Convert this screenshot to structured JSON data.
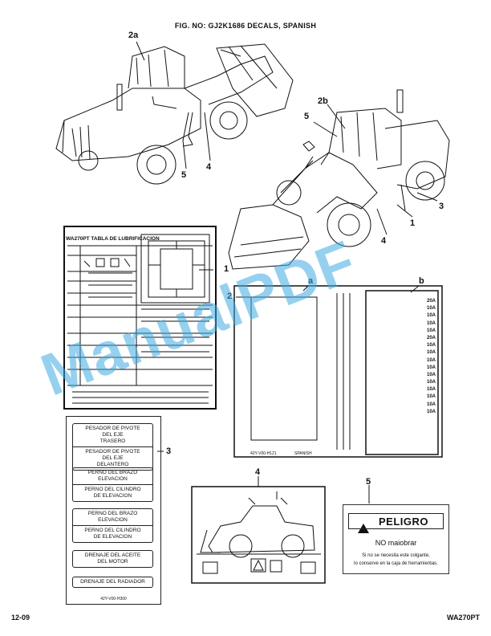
{
  "header": {
    "title": "FIG. NO:   GJ2K1686   DECALS, SPANISH"
  },
  "callouts": {
    "c2a": "2a",
    "c2b": "2b",
    "c5_left": "5",
    "c4_left": "4",
    "c5_right": "5",
    "c3_right": "3",
    "c1_right": "1",
    "c4_right": "4",
    "c1": "1",
    "c2": "2",
    "ca": "a",
    "cb": "b",
    "c3": "3",
    "c4": "4",
    "c5": "5"
  },
  "decal1": {
    "title": "WA270PT TABLA DE LUBRIFICACION"
  },
  "decal2": {
    "code": "42Y-V00-H121",
    "lang": "SPANISH",
    "fuse_values": [
      "20A",
      "10A",
      "10A",
      "10A",
      "10A",
      "20A",
      "10A",
      "10A",
      "10A",
      "10A",
      "10A",
      "10A",
      "10A",
      "10A",
      "10A",
      "10A"
    ]
  },
  "decal3": {
    "plates": [
      [
        "PESADOR DE PIVOTE",
        "DEL EJE",
        "TRASERO"
      ],
      [
        "PESADOR DE PIVOTE",
        "DEL EJE",
        "DELANTERO"
      ],
      [
        "PERNO DEL BRAZO",
        "ELEVACION"
      ],
      [
        "PERNO DEL CILINDRO",
        "DE ELEVACION"
      ],
      [
        "PERNO DEL BRAZO",
        "ELEVACION"
      ],
      [
        "PERNO DEL CILINDRO",
        "DE ELEVACION"
      ],
      [
        "DRENAJE DEL ACEITE",
        "DEL MOTOR"
      ],
      [
        "DRENAJE DEL RADIADOR"
      ]
    ],
    "code": "42Y-V00-H300"
  },
  "decal5": {
    "signal_word": "PELIGRO",
    "instruction": "NO maiobrar",
    "line1": "Si no se necesita este colgante,",
    "line2": "lo conserve en la caja de herramientas."
  },
  "watermark": "ManualPDF",
  "footer": {
    "left": "12-09",
    "right": "WA270PT"
  }
}
